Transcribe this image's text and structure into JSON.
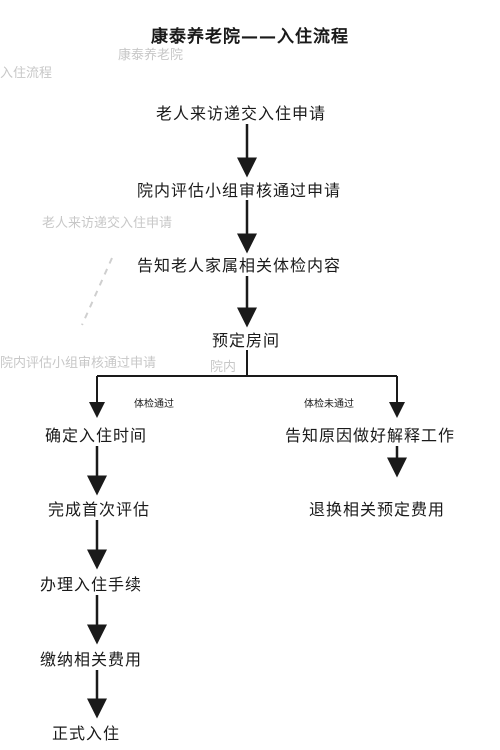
{
  "diagram": {
    "title": "康泰养老院——入住流程",
    "steps": {
      "apply": "老人来访递交入住申请",
      "review": "院内评估小组审核通过申请",
      "notify": "告知老人家属相关体检内容",
      "reserve": "预定房间"
    },
    "branch_pass": {
      "label": "体检通过",
      "steps": [
        "确定入住时间",
        "完成首次评估",
        "办理入住手续",
        "缴纳相关费用",
        "正式入住"
      ]
    },
    "branch_fail": {
      "label": "体检未通过",
      "steps": [
        "告知原因做好解释工作",
        "退换相关预定费用"
      ]
    },
    "ghost_texts": [
      "入住流程",
      "康泰养老院",
      "老人来访递交入住申请",
      "院内评估小组审核通过申请",
      "院内"
    ]
  }
}
